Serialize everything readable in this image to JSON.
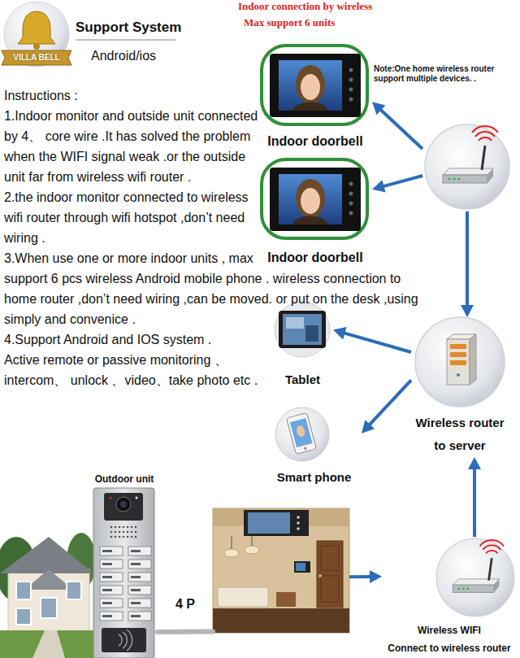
{
  "diagram": {
    "nodes": [
      {
        "text": [
          "Indoor doorbell"
        ]
      },
      {
        "text": []
      },
      {
        "text": [
          "Indoor doorbell"
        ]
      },
      {
        "text": [
          "Tablet"
        ]
      },
      {
        "text": [
          "Wireless router to server"
        ]
      },
      {
        "text": [
          "Smart phone"
        ]
      },
      {
        "text": [
          "Outdoor unit"
        ]
      },
      {
        "text": []
      },
      {
        "text": [
          "Wireless WIFI",
          "Connect to wireless router"
        ]
      }
    ],
    "edges": [
      {
        "from": 1,
        "to": 0,
        "arrow": "to"
      },
      {
        "from": 1,
        "to": 2,
        "arrow": "to"
      },
      {
        "from": 1,
        "to": 4,
        "arrow": "to"
      },
      {
        "from": 4,
        "to": 3,
        "arrow": "to"
      },
      {
        "from": 4,
        "to": 5,
        "arrow": "to"
      },
      {
        "from": 8,
        "to": 4,
        "arrow": "to"
      },
      {
        "from": 7,
        "to": 8,
        "arrow": "to"
      },
      {
        "from": 6,
        "to": 7,
        "arrow": "none",
        "label": "4 P"
      }
    ],
    "labels": [
      "VILLA BELL",
      "Support System",
      "Android/ios",
      "Indoor connection by wireless",
      "Max support 6 units",
      "Note:One home wireless router support multiple devices. .",
      "Instructions :",
      "1.Indoor monitor and outside unit connected by 4、 core wire .It has solved the problem when the WIFI signal weak .or the outside unit far from wireless wifi router .",
      "2.the indoor monitor connected to wireless wifi router through wifi hotspot ,don’t need wiring .",
      "3.When use one or more indoor units , max support 6 pcs wireless Android mobile phone . wireless connection to home router ,don’t need wiring ,can be moved. or put on the desk ,using simply and convenice .",
      "4.Support Android and IOS system .",
      "Active remote or passive monitoring 、intercom、 unlock 、video、take photo etc ."
    ]
  }
}
